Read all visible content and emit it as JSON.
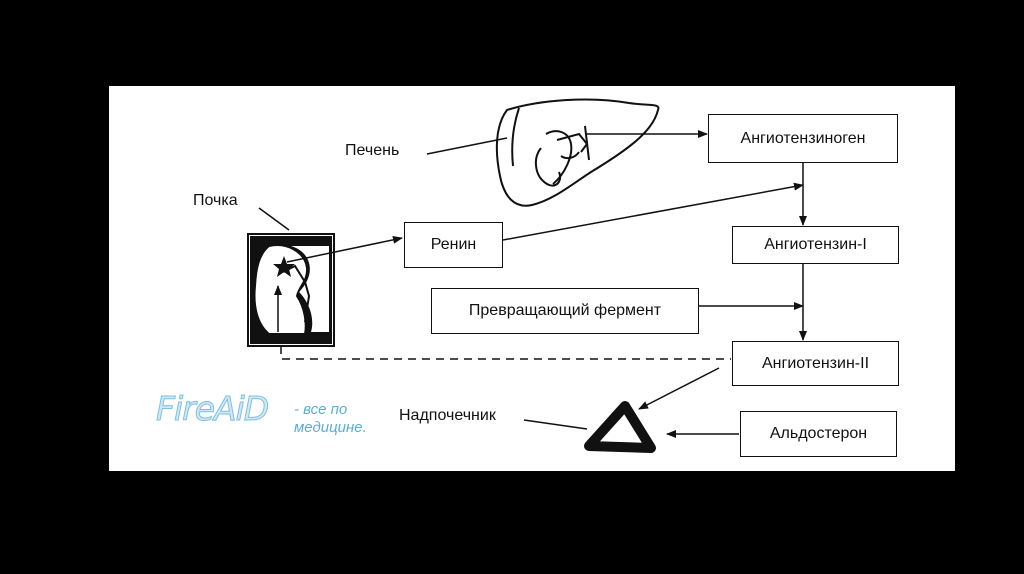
{
  "nodes": {
    "angiotensinogen": "Ангиотензиноген",
    "renin": "Ренин",
    "angiotensin_1": "Ангиотензин-I",
    "converting_enzyme": "Превращающий фермент",
    "angiotensin_2": "Ангиотензин-II",
    "aldosterone": "Альдостерон"
  },
  "labels": {
    "liver": "Печень",
    "kidney": "Почка",
    "adrenal": "Надпочечник"
  },
  "watermark": {
    "logo": "FireAiD",
    "tagline_1": "- все по",
    "tagline_2": "медицине."
  }
}
